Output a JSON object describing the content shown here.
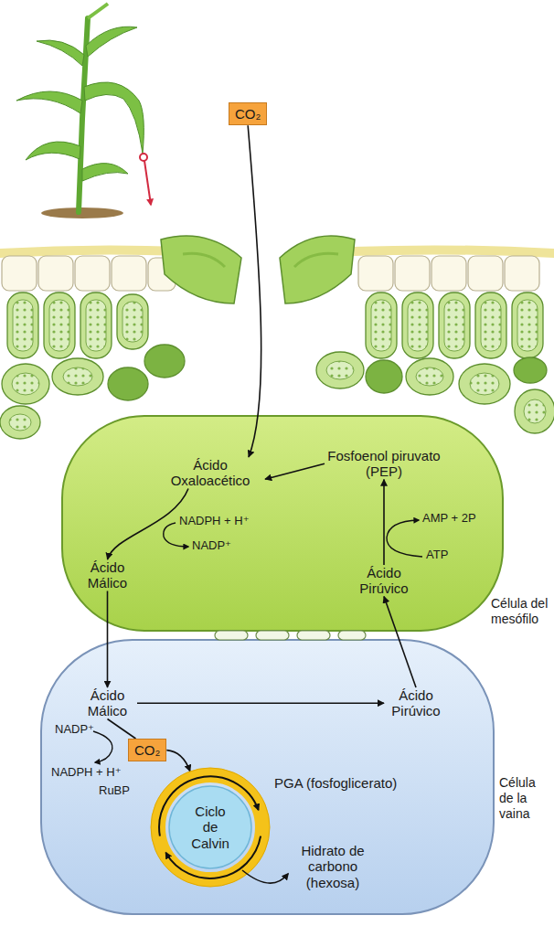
{
  "diagram": {
    "nodes": [
      {
        "text": [
          "CO₂"
        ]
      },
      {
        "text": [
          "Célula del mesófilo"
        ]
      },
      {
        "text": [
          "Ácido Oxaloacético"
        ],
        "in": 1
      },
      {
        "text": [
          "Fosfoenol piruvato (PEP)"
        ],
        "in": 1
      },
      {
        "text": [
          "Ácido Málico"
        ],
        "in": 1
      },
      {
        "text": [
          "Ácido Pirúvico"
        ],
        "in": 1
      },
      {
        "text": [
          "Célula de la vaina"
        ]
      },
      {
        "text": [
          "Ácido Málico"
        ],
        "in": 6
      },
      {
        "text": [
          "Ácido Pirúvico"
        ],
        "in": 6
      },
      {
        "text": [
          "CO₂"
        ],
        "in": 6
      },
      {
        "text": [
          "Ciclo de Calvin"
        ],
        "in": 6
      }
    ],
    "edges": [
      {
        "from": 0,
        "to": 2,
        "arrow": "to"
      },
      {
        "from": 3,
        "to": 2,
        "arrow": "to"
      },
      {
        "from": 2,
        "to": 4,
        "arrow": "to"
      },
      {
        "from": 4,
        "to": 7,
        "arrow": "to"
      },
      {
        "from": 7,
        "to": 8,
        "arrow": "to"
      },
      {
        "from": 8,
        "to": 5,
        "arrow": "to"
      },
      {
        "from": 5,
        "to": 3,
        "arrow": "to"
      },
      {
        "from": 7,
        "to": 9,
        "arrow": "none"
      },
      {
        "from": 9,
        "to": 10,
        "arrow": "to"
      }
    ],
    "labels": [
      "NADPH + H⁺",
      "NADP⁺",
      "AMP + 2P",
      "ATP",
      "NADP⁺",
      "NADPH + H⁺",
      "RuBP",
      "PGA (fosfoglicerato)",
      "Hidrato de carbono (hexosa)"
    ]
  }
}
